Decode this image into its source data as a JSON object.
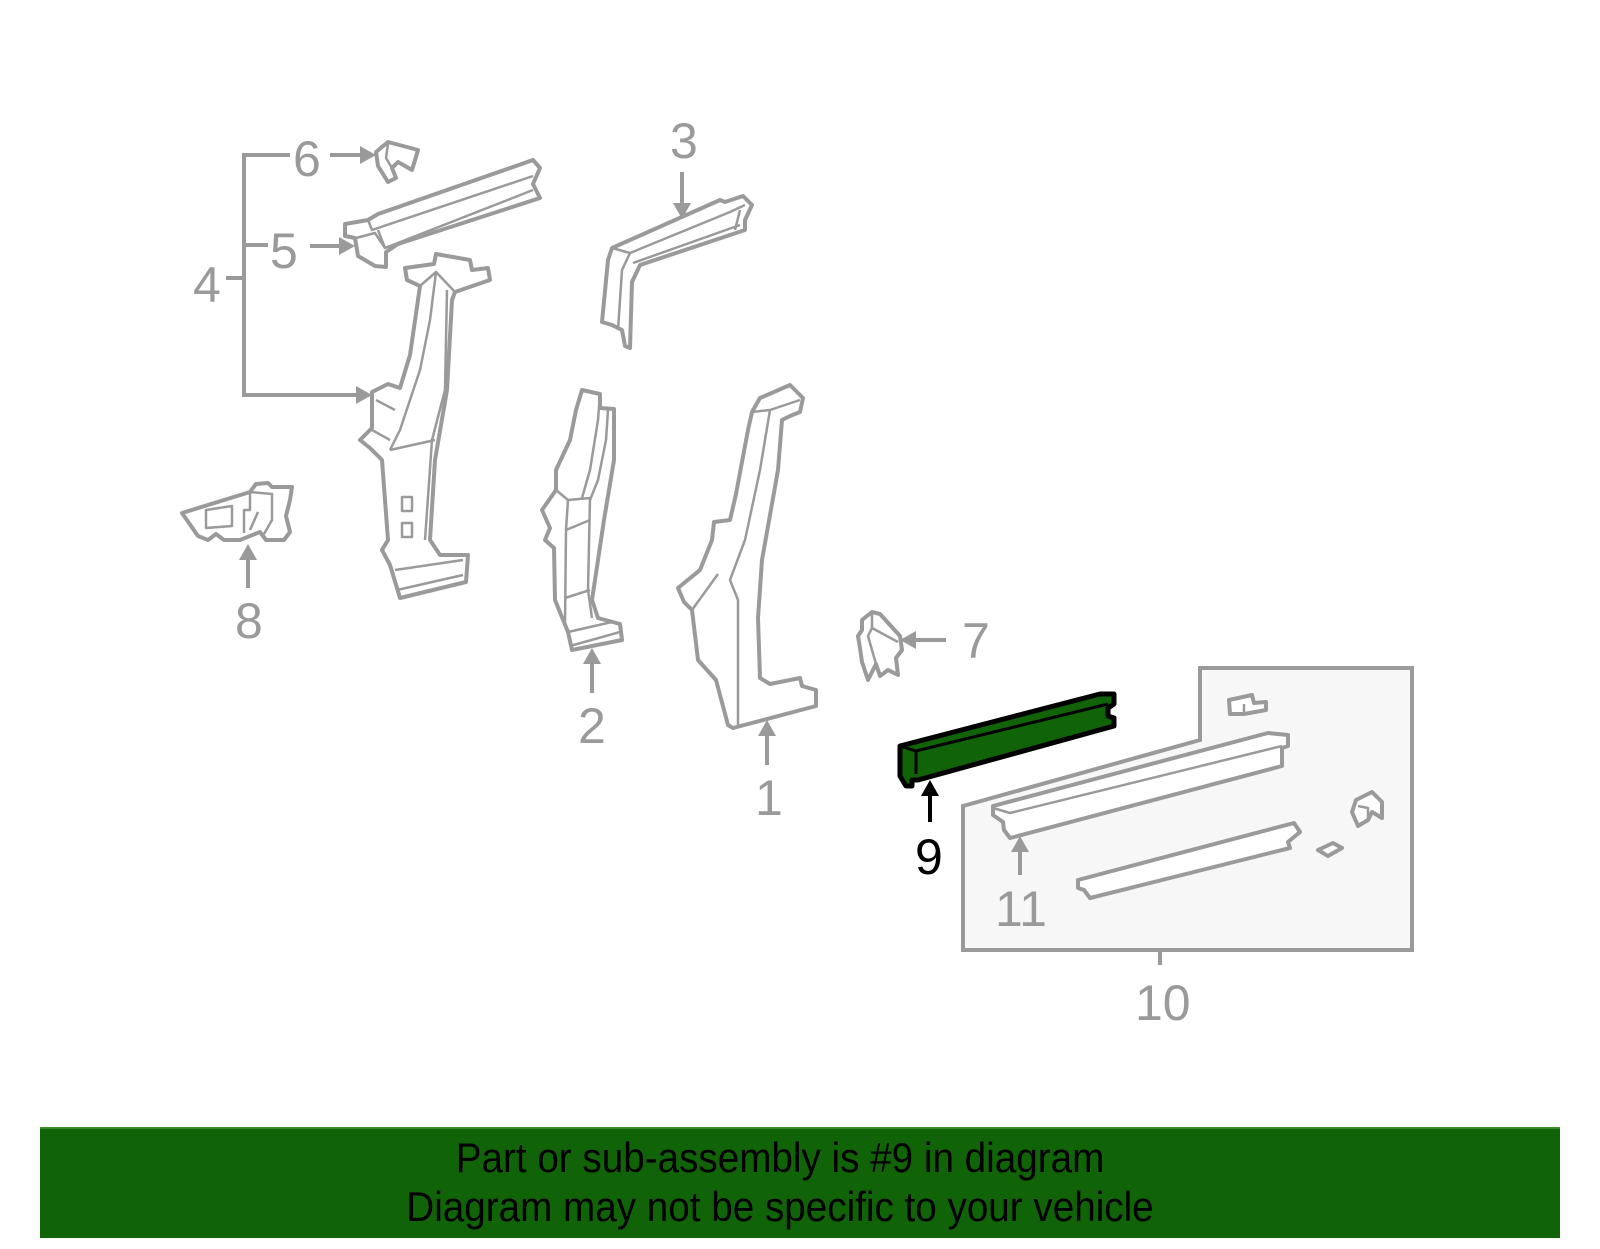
{
  "diagram": {
    "highlight_color": "#106306",
    "line_color": "#9a9a9a",
    "selected_part": "9",
    "callouts": [
      {
        "id": "1",
        "label": "1"
      },
      {
        "id": "2",
        "label": "2"
      },
      {
        "id": "3",
        "label": "3"
      },
      {
        "id": "4",
        "label": "4"
      },
      {
        "id": "5",
        "label": "5"
      },
      {
        "id": "6",
        "label": "6"
      },
      {
        "id": "7",
        "label": "7"
      },
      {
        "id": "8",
        "label": "8"
      },
      {
        "id": "9",
        "label": "9"
      },
      {
        "id": "10",
        "label": "10"
      },
      {
        "id": "11",
        "label": "11"
      }
    ]
  },
  "banner": {
    "line1": "Part or sub-assembly is #9 in diagram",
    "line2": "Diagram may not be specific to your vehicle",
    "background": "#106306"
  }
}
